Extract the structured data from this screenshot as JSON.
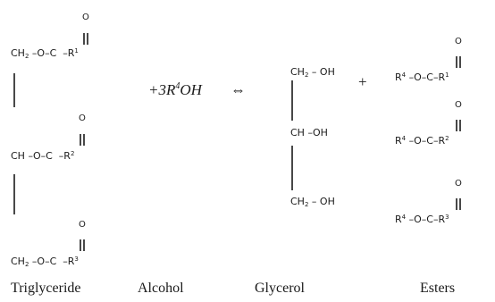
{
  "triglyceride": {
    "carbonyl_o": "O",
    "row1": {
      "left": "CH",
      "sub": "2",
      "mid": " –O–C",
      "dash": "–R",
      "sup": "1"
    },
    "row2": {
      "left": "CH",
      "sub": "",
      "mid": " –O–C",
      "dash": "–R",
      "sup": "2"
    },
    "row3": {
      "left": "CH",
      "sub": "2",
      "mid": " –O–C",
      "dash": "–R",
      "sup": "3"
    }
  },
  "reaction": {
    "coefficient": "+3R",
    "alcohol_sup": "4",
    "alcohol_tail": "OH",
    "equilibrium_arrow": "⇔"
  },
  "glycerol": {
    "row1": {
      "left": "CH",
      "sub": "2",
      "right": " – OH"
    },
    "row2": {
      "left": "CH",
      "sub": "",
      "right": "  –OH"
    },
    "row3": {
      "left": "CH",
      "sub": "2",
      "right": " – OH"
    }
  },
  "plus_sign": "+",
  "esters": {
    "carbonyl_o": "O",
    "row1": {
      "r": "R",
      "rsup": "4",
      "mid": " –O–C–R",
      "sup": "1"
    },
    "row2": {
      "r": "R",
      "rsup": "4",
      "mid": " –O–C–R",
      "sup": "2"
    },
    "row3": {
      "r": "R",
      "rsup": "4",
      "mid": " –O–C–R",
      "sup": "3"
    }
  },
  "labels": {
    "triglyceride": "Triglyceride",
    "alcohol": "Alcohol",
    "glycerol": "Glycerol",
    "esters": "Esters"
  }
}
